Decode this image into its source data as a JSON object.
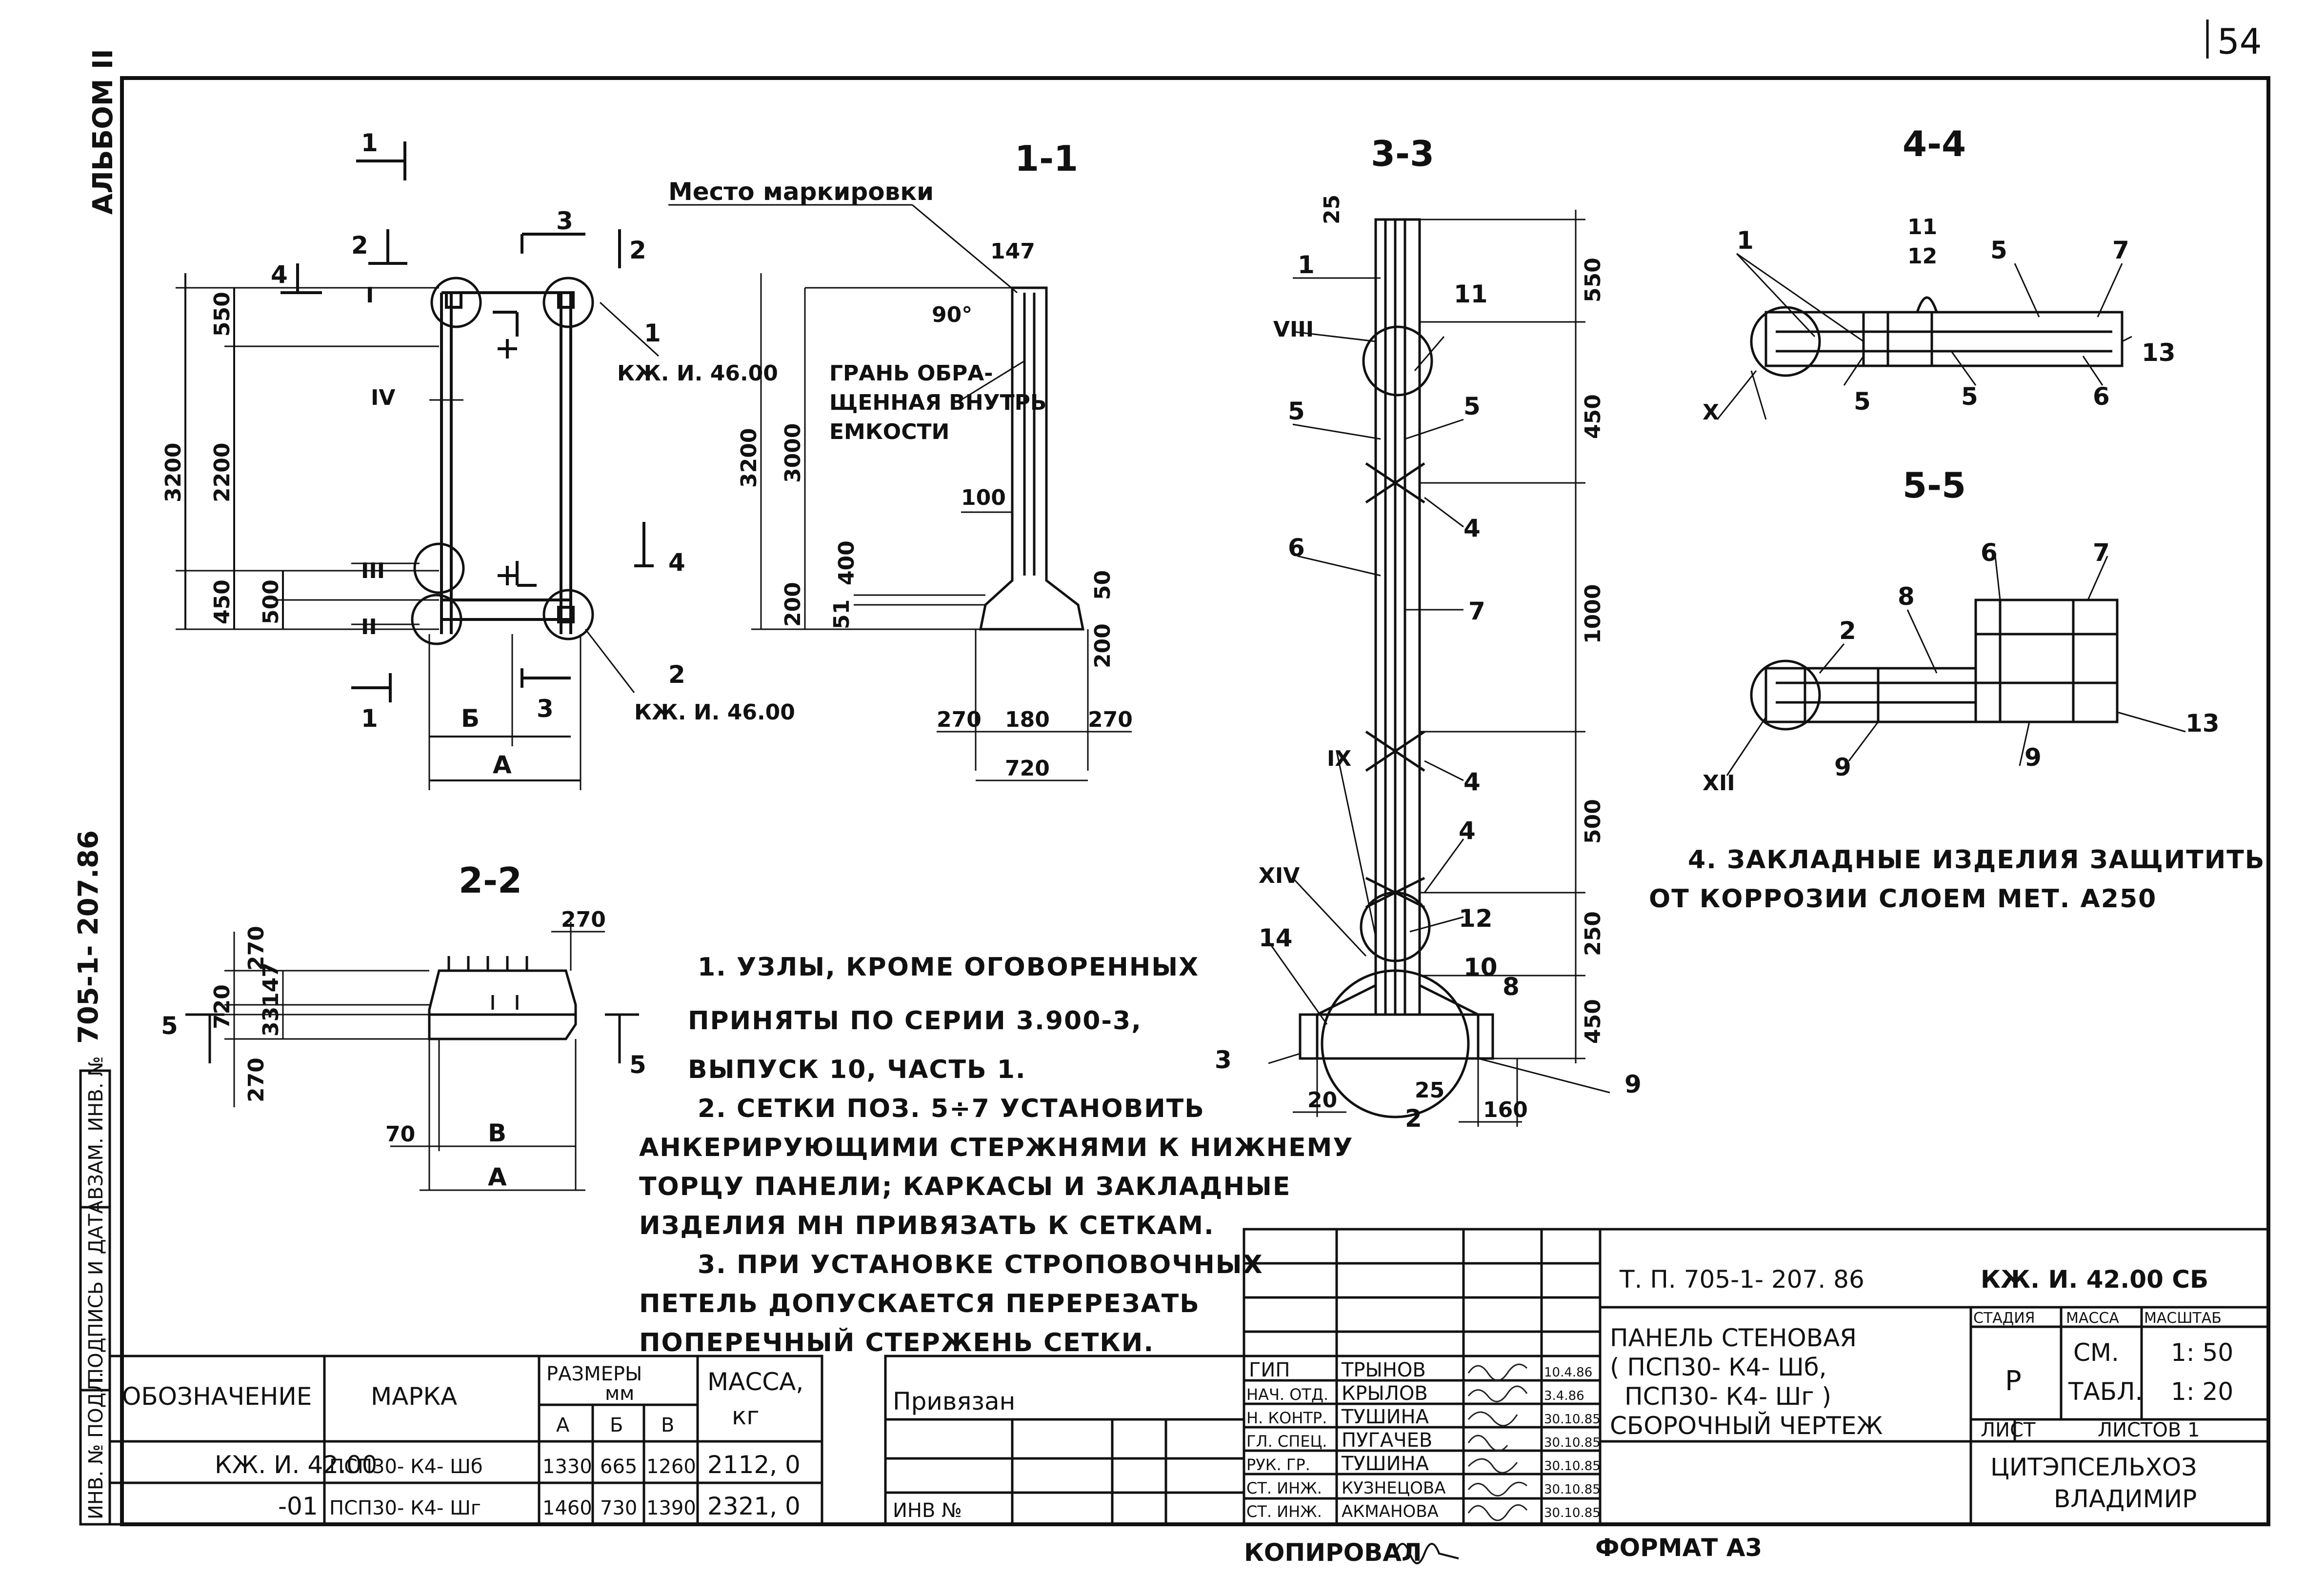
{
  "page_number": "54",
  "album_label": "АЛЬБОМ II",
  "side_number": "705-1- 207.86",
  "side_stamps": [
    "ИНВ. № ПОДЛ.",
    "ПОДПИСЬ И ДАТА",
    "ВЗАМ. ИНВ. №"
  ],
  "sections": {
    "s11": "1-1",
    "s22": "2-2",
    "s33": "3-3",
    "s44": "4-4",
    "s55": "5-5"
  },
  "marking_place": "Место маркировки",
  "face_label_1": "ГРАНЬ ОБРА-",
  "face_label_2": "ЩЕННАЯ ВНУТРЬ",
  "face_label_3": "ЕМКОСТИ",
  "ref_code": "КЖ. И. 46.00",
  "plan_dims": {
    "h550": "550",
    "h2200": "2200",
    "h3200": "3200",
    "h450": "450",
    "h500": "500",
    "b": "Б",
    "a": "А"
  },
  "sec11_dims": {
    "d147": "147",
    "d90": "90°",
    "d3200": "3200",
    "d3000": "3000",
    "d100": "100",
    "d400": "400",
    "d200": "200",
    "d51": "51",
    "d50": "50",
    "d200b": "200",
    "d270a": "270",
    "d180": "180",
    "d270b": "270",
    "d720": "720"
  },
  "sec22_dims": {
    "d270t": "270",
    "d270l": "270",
    "d147": "147",
    "d33": "33",
    "d720": "720",
    "d270b": "270",
    "d70": "70",
    "b": "В",
    "a": "А",
    "s5": "5"
  },
  "sec33_dims": [
    "25",
    "550",
    "450",
    "1000",
    "500",
    "250",
    "450"
  ],
  "sec33_bottom": {
    "d20": "20",
    "d25": "25",
    "d160": "160"
  },
  "notes": [
    "1. УЗЛЫ, КРОМЕ ОГОВОРЕННЫХ",
    "ПРИНЯТЫ ПО СЕРИИ 3.900-3,",
    "ВЫПУСК 10, ЧАСТЬ 1.",
    "2. СЕТКИ ПОЗ. 5÷7 УСТАНОВИТЬ",
    "АНКЕРИРУЮЩИМИ СТЕРЖНЯМИ К НИЖНЕМУ",
    "ТОРЦУ ПАНЕЛИ; КАРКАСЫ И ЗАКЛАДНЫЕ",
    "ИЗДЕЛИЯ МН ПРИВЯЗАТЬ К СЕТКАМ.",
    "3. ПРИ УСТАНОВКЕ СТРОПОВОЧНЫХ",
    "ПЕТЕЛЬ ДОПУСКАЕТСЯ ПЕРЕРЕЗАТЬ",
    "ПОПЕРЕЧНЫЙ СТЕРЖЕНЬ СЕТКИ."
  ],
  "note4_1": "4. ЗАКЛАДНЫЕ ИЗДЕЛИЯ ЗАЩИТИТЬ",
  "note4_2": "ОТ КОРРОЗИИ СЛОЕМ МЕТ. А250",
  "spec_table": {
    "headers": {
      "designation": "ОБОЗНАЧЕНИЕ",
      "mark": "МАРКА",
      "sizes": "РАЗМЕРЫ",
      "mm": "мм",
      "a": "А",
      "b": "Б",
      "v": "В",
      "mass": "МАССА,",
      "kg": "кг"
    },
    "rows": [
      {
        "designation": "КЖ. И. 42.00",
        "mark": "ПСП30- К4- Шб",
        "a": "1330",
        "b": "665",
        "v": "1260",
        "mass": "2112, 0"
      },
      {
        "designation": "-01",
        "mark": "ПСП30- К4- Шг",
        "a": "1460",
        "b": "730",
        "v": "1390",
        "mass": "2321, 0"
      }
    ]
  },
  "binding": {
    "title": "Привязан",
    "inv": "ИНВ №"
  },
  "title_block": {
    "tp": "Т. П. 705-1- 207. 86",
    "code": "КЖ. И. 42.00 СБ",
    "name_1": "ПАНЕЛЬ СТЕНОВАЯ",
    "name_2": "( ПСП30- К4- Шб,",
    "name_3": "ПСП30- К4- Шг )",
    "name_4": "СБОРОЧНЫЙ ЧЕРТЕЖ",
    "stage_h": "СТАДИЯ",
    "mass_h": "МАССА",
    "scale_h": "МАСШТАБ",
    "stage": "Р",
    "mass_1": "СМ.",
    "mass_2": "ТАБЛ.",
    "scale_1": "1: 50",
    "scale_2": "1: 20",
    "sheet": "ЛИСТ",
    "sheets": "ЛИСТОВ 1",
    "org_1": "ЦИТЭПСЕЛЬХОЗ",
    "org_2": "ВЛАДИМИР",
    "staff": [
      {
        "role": "ГИП",
        "name": "ТРЫНОВ",
        "date": "10.4.86"
      },
      {
        "role": "НАЧ. ОТД.",
        "name": "КРЫЛОВ",
        "date": "3.4.86"
      },
      {
        "role": "Н. КОНТР.",
        "name": "ТУШИНА",
        "date": "30.10.85"
      },
      {
        "role": "ГЛ. СПЕЦ.",
        "name": "ПУГАЧЕВ",
        "date": "30.10.85"
      },
      {
        "role": "РУК. ГР.",
        "name": "ТУШИНА",
        "date": "30.10.85"
      },
      {
        "role": "СТ. ИНЖ.",
        "name": "КУЗНЕЦОВА",
        "date": "30.10.85"
      },
      {
        "role": "СТ. ИНЖ.",
        "name": "АКМАНОВА",
        "date": "30.10.85"
      }
    ]
  },
  "copied": "КОПИРОВАЛ",
  "format": "ФОРМАТ А3"
}
